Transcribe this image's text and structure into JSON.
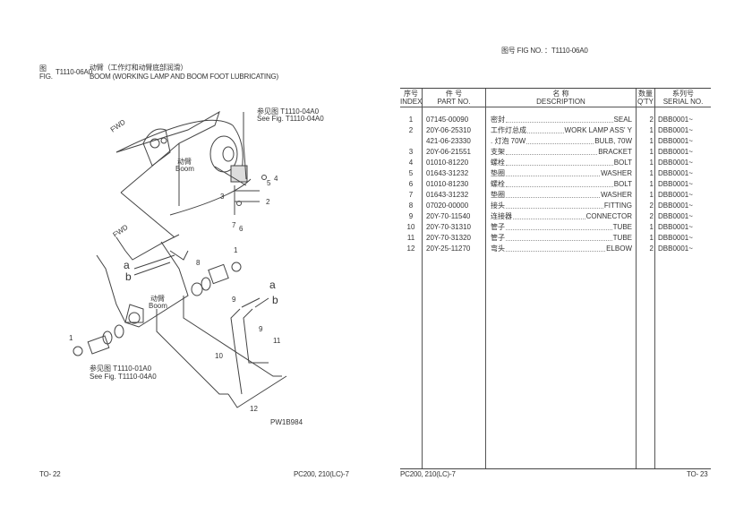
{
  "left_page": {
    "fig_label_cn": "图",
    "fig_label_en": "FIG.",
    "fig_no": "T1110-06A0",
    "title_cn": "动臂（工作灯和动臂底部润滑）",
    "title_en": "BOOM (WORKING LAMP AND BOOM FOOT LUBRICATING)",
    "footer_page": "TO- 22",
    "footer_model": "PC200, 210(LC)-7",
    "illustration": {
      "ref_top_cn": "参见图 T1110-04A0",
      "ref_top_en": "See Fig. T1110-04A0",
      "ref_bottom_cn": "参见图 T1110-01A0",
      "ref_bottom_en": "See Fig. T1110-04A0",
      "boom_cn": "动臂",
      "boom_en": "Boom",
      "fwd": "FWD",
      "drawing_no": "PW1B984",
      "callouts": [
        "1",
        "2",
        "3",
        "4",
        "5",
        "6",
        "7",
        "8",
        "9",
        "10",
        "11",
        "12",
        "a",
        "b"
      ]
    }
  },
  "right_page": {
    "fig_header": "图号  FIG NO.  ：T1110-06A0",
    "columns": [
      {
        "cn": "序号",
        "en": "INDEX"
      },
      {
        "cn": "件    号",
        "en": "PART NO."
      },
      {
        "cn": "名          称",
        "en": "DESCRIPTION"
      },
      {
        "cn": "数量",
        "en": "Q'TY"
      },
      {
        "cn": "系列号",
        "en": "SERIAL NO."
      }
    ],
    "rows": [
      {
        "index": "1",
        "part_no": "07145-00090",
        "desc_cn": "密封",
        "desc_en": "SEAL",
        "qty": "2",
        "serial": "DBB0001~"
      },
      {
        "index": "2",
        "part_no": "20Y-06-25310",
        "desc_cn": "工作灯总成",
        "desc_en": "WORK LAMP ASS' Y",
        "qty": "1",
        "serial": "DBB0001~"
      },
      {
        "index": "",
        "part_no": "421-06-23330",
        "desc_cn": ". 灯泡 70W",
        "desc_en": "BULB, 70W",
        "qty": "1",
        "serial": "DBB0001~"
      },
      {
        "index": "3",
        "part_no": "20Y-06-21551",
        "desc_cn": "支架",
        "desc_en": "BRACKET",
        "qty": "1",
        "serial": "DBB0001~"
      },
      {
        "index": "4",
        "part_no": "01010-81220",
        "desc_cn": "螺栓",
        "desc_en": "BOLT",
        "qty": "1",
        "serial": "DBB0001~"
      },
      {
        "index": "5",
        "part_no": "01643-31232",
        "desc_cn": "垫圈",
        "desc_en": "WASHER",
        "qty": "1",
        "serial": "DBB0001~"
      },
      {
        "index": "6",
        "part_no": "01010-81230",
        "desc_cn": "螺栓",
        "desc_en": "BOLT",
        "qty": "1",
        "serial": "DBB0001~"
      },
      {
        "index": "7",
        "part_no": "01643-31232",
        "desc_cn": "垫圈",
        "desc_en": "WASHER",
        "qty": "1",
        "serial": "DBB0001~"
      },
      {
        "index": "8",
        "part_no": "07020-00000",
        "desc_cn": "接头",
        "desc_en": "FITTING",
        "qty": "2",
        "serial": "DBB0001~"
      },
      {
        "index": "9",
        "part_no": "20Y-70-11540",
        "desc_cn": "连接器",
        "desc_en": "CONNECTOR",
        "qty": "2",
        "serial": "DBB0001~"
      },
      {
        "index": "10",
        "part_no": "20Y-70-31310",
        "desc_cn": "管子",
        "desc_en": "TUBE",
        "qty": "1",
        "serial": "DBB0001~"
      },
      {
        "index": "11",
        "part_no": "20Y-70-31320",
        "desc_cn": "管子",
        "desc_en": "TUBE",
        "qty": "1",
        "serial": "DBB0001~"
      },
      {
        "index": "12",
        "part_no": "20Y-25-11270",
        "desc_cn": "弯头",
        "desc_en": "ELBOW",
        "qty": "2",
        "serial": "DBB0001~"
      }
    ],
    "footer_model": "PC200, 210(LC)-7",
    "footer_page": "TO- 23"
  }
}
